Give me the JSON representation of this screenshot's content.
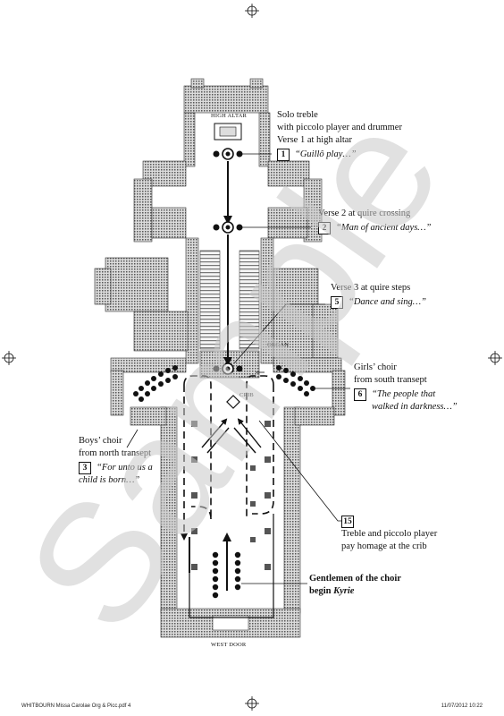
{
  "plan_labels": {
    "high_altar": "HIGH ALTAR",
    "organ": "ORGAN",
    "crib": "CRIB",
    "west_door": "WEST DOOR"
  },
  "annotations": [
    {
      "num": "1",
      "lines": [
        "Solo treble",
        "with piccolo player and drummer",
        "Verse 1 at high altar"
      ],
      "quote": "“Guillô play…”"
    },
    {
      "num": "2",
      "lines": [
        "Verse 2 at quire crossing"
      ],
      "quote": "“Man of ancient days…”"
    },
    {
      "num": "5",
      "lines": [
        "Verse 3 at quire steps"
      ],
      "quote": "“Dance and sing…”"
    },
    {
      "num": "6",
      "lines": [
        "Girls’ choir",
        "from south transept"
      ],
      "quote": "“The people that",
      "quote2": "walked in darkness…”"
    },
    {
      "num": "3",
      "lines": [
        "Boys’ choir",
        "from north transept"
      ],
      "quote": "“For unto us a",
      "quote2": "child is born…”"
    },
    {
      "num": "15",
      "lines": [
        "Treble and piccolo player",
        "pay homage at the crib"
      ]
    },
    {
      "lines_bold": [
        "Gentlemen of the choir"
      ],
      "line_mixed_prefix": "begin ",
      "line_mixed_italic": "Kyrie"
    }
  ],
  "watermark": "Sample",
  "footer": {
    "left": "WHITBOURN Missa Carolae Org & Picc.pdf   4",
    "right": "11/07/2012   10:22"
  },
  "colors": {
    "ink": "#111111",
    "watermark": "#c9c9c9",
    "plan_fill": "#8a8a8a"
  }
}
